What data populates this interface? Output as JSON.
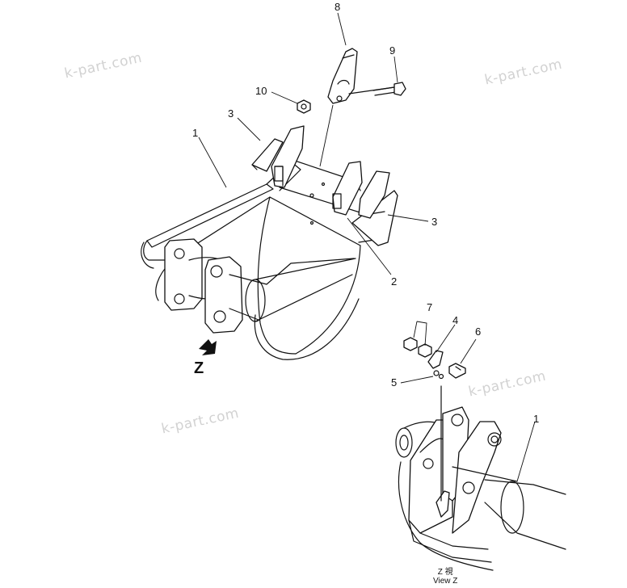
{
  "watermarks": [
    "k-part.com",
    "k-part.com",
    "k-part.com",
    "k-part.com"
  ],
  "callouts": {
    "c8": "8",
    "c9": "9",
    "c10": "10",
    "c3a": "3",
    "c1a": "1",
    "c3b": "3",
    "c2": "2",
    "c7": "7",
    "c4": "4",
    "c6": "6",
    "c5": "5",
    "c1b": "1"
  },
  "view_marker": "Z",
  "view_label": {
    "line1": "Z  視",
    "line2": "View  Z"
  }
}
